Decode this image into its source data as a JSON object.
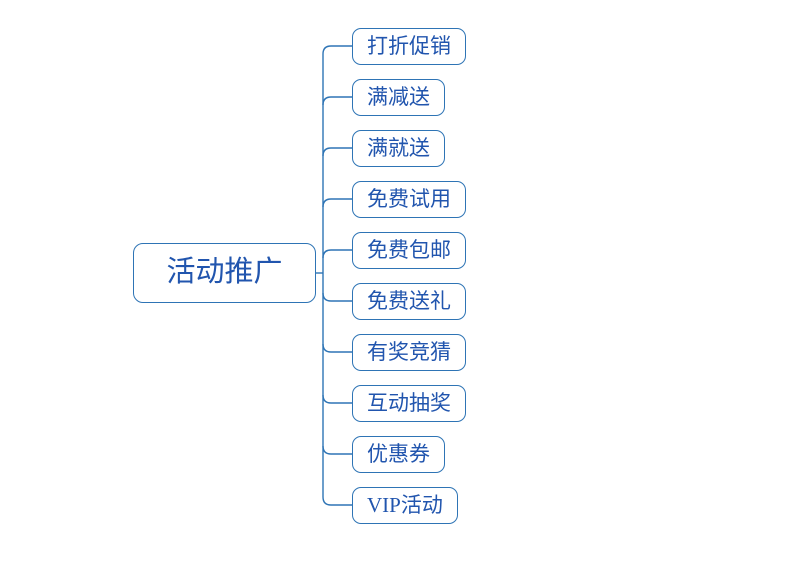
{
  "diagram": {
    "type": "mindmap-logic-chart-right",
    "root": {
      "label": "活动推广"
    },
    "children": [
      {
        "label": "打折促销"
      },
      {
        "label": "满减送"
      },
      {
        "label": "满就送"
      },
      {
        "label": "免费试用"
      },
      {
        "label": "免费包邮"
      },
      {
        "label": "免费送礼"
      },
      {
        "label": "有奖竞猜"
      },
      {
        "label": "互动抽奖"
      },
      {
        "label": "优惠券"
      },
      {
        "label": "VIP活动"
      }
    ],
    "colors": {
      "line": "#2E74B5",
      "text": "#2155AE",
      "node_fill": "#FFFFFF",
      "background": "#FFFFFF"
    }
  }
}
